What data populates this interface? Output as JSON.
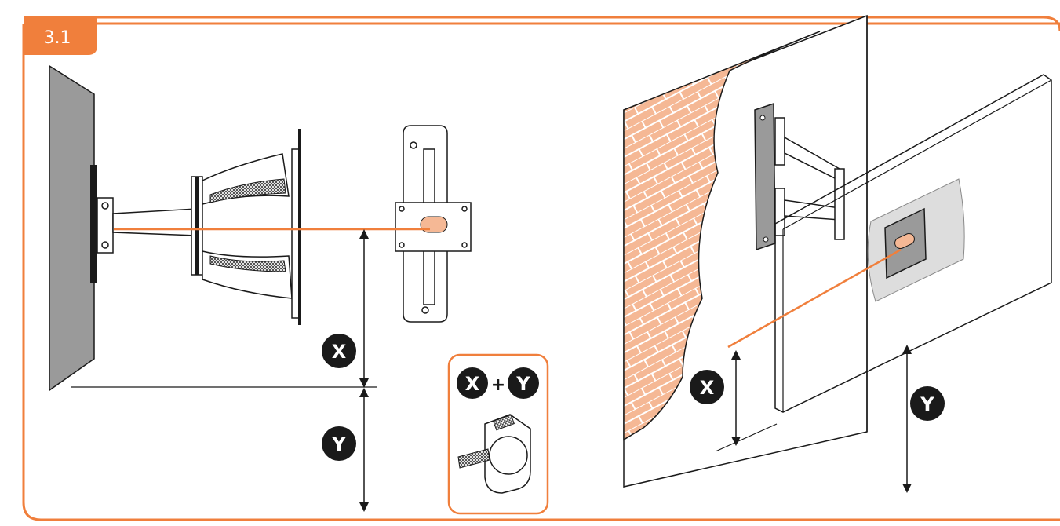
{
  "step": {
    "number": "3.1"
  },
  "markers": {
    "x": "X",
    "y": "Y",
    "plus": "+"
  },
  "colors": {
    "accent": "#f07f3c",
    "brick": "#f5b895",
    "wall_gray": "#9a9a9a",
    "marker_fill": "#1a1a1a"
  },
  "icons": {
    "measure": "tape-measure-icon"
  }
}
